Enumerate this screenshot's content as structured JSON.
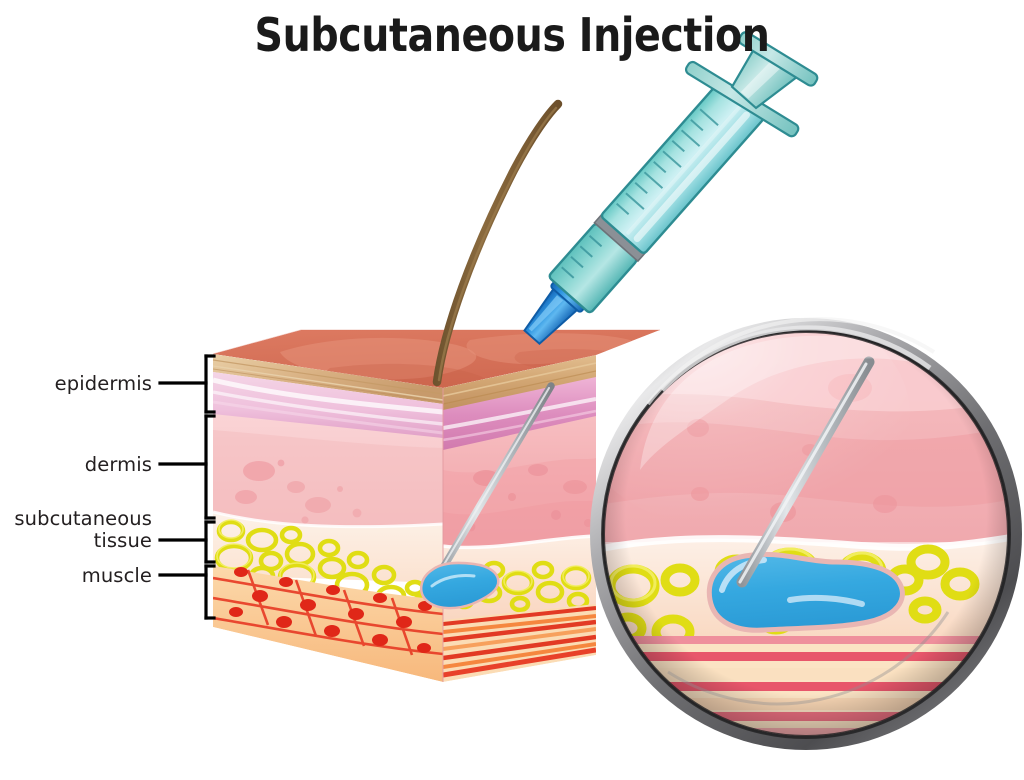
{
  "title": "Subcutaneous Injection",
  "labels": {
    "epidermis": "epidermis",
    "dermis": "dermis",
    "subcutaneous_tissue": "subcutaneous\ntissue",
    "muscle": "muscle"
  },
  "colors": {
    "title_text": "#1a1a1a",
    "label_text": "#231f20",
    "leader_line": "#000000",
    "skin_surface": "#d9715a",
    "skin_surface_light": "#e28a71",
    "epidermis_band": "#d9b183",
    "epidermis_band_light": "#e8cda3",
    "papillary_pink": "#e6a0c4",
    "papillary_magenta": "#d884b4",
    "dermis_pink": "#f6c3c3",
    "dermis_deep": "#f0a7ac",
    "dermis_blob": "#ef9aa0",
    "subcutaneous_cream": "#fbe8dc",
    "fat_cell_ring": "#e3e017",
    "fat_cell_ring_light": "#f2ef62",
    "muscle_red": "#e8412a",
    "muscle_orange": "#f5a25e",
    "muscle_cream": "#fbdcb5",
    "injection_fluid": "#36a9e1",
    "injection_fluid_light": "#6cc6ee",
    "needle_steel": "#b9bcc0",
    "syringe_barrel": "#8fd8d4",
    "syringe_glass": "#b9e9ef",
    "syringe_outline": "#2e8c92",
    "needle_hub_blue": "#1e7fd4",
    "hair_brown": "#7a5a34",
    "lens_rim_dark": "#4a4a4c",
    "lens_rim_light": "#cfcfd1"
  },
  "graphic": {
    "type": "medical-illustration",
    "subject": "cross-section of human skin with syringe performing subcutaneous injection",
    "layers": [
      "epidermis",
      "dermis",
      "subcutaneous tissue",
      "muscle"
    ],
    "elements": [
      "skin-block-3d",
      "hair-strand",
      "syringe",
      "needle",
      "injected-fluid-bolus",
      "magnifier-lens",
      "label-bracket"
    ]
  }
}
